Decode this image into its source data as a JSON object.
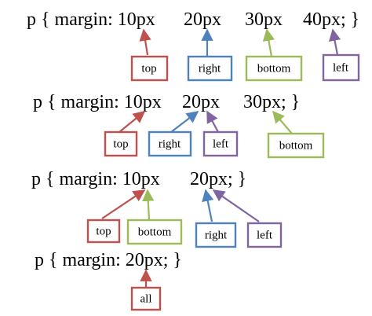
{
  "colors": {
    "top": "#c0504d",
    "right": "#4f81bd",
    "bottom": "#9bbb59",
    "left": "#8064a2",
    "all": "#c0504d"
  },
  "examples": [
    {
      "segments": [
        "p { margin: 10px",
        "20px",
        "30px",
        "40px; }"
      ],
      "labels": [
        "top",
        "right",
        "bottom",
        "left"
      ]
    },
    {
      "segments": [
        "p { margin: 10px",
        "20px",
        "30px; }"
      ],
      "labels": [
        "top",
        "right",
        "left",
        "bottom"
      ]
    },
    {
      "segments": [
        "p { margin: 10px",
        "20px; }"
      ],
      "labels": [
        "top",
        "bottom",
        "right",
        "left"
      ]
    },
    {
      "segments": [
        "p { margin: 20px; }"
      ],
      "labels": [
        "all"
      ]
    }
  ]
}
